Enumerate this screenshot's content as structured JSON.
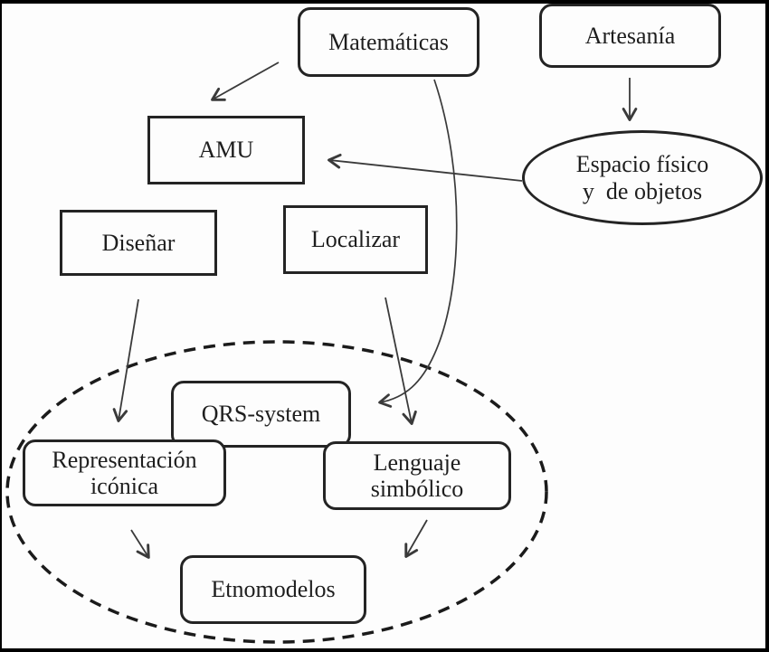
{
  "nodes": {
    "matematicas": {
      "label": "Matemáticas"
    },
    "artesania": {
      "label": "Artesanía"
    },
    "amu": {
      "label": "AMU"
    },
    "espacio_fisico": {
      "line1": "Espacio físico",
      "line2": "y  de objetos"
    },
    "disenar": {
      "label": "Diseñar"
    },
    "localizar": {
      "label": "Localizar"
    },
    "qrs_system": {
      "label": "QRS-system"
    },
    "representacion_iconica": {
      "line1": "Representación",
      "line2": "icónica"
    },
    "lenguaje_simbolico": {
      "line1": "Lenguaje",
      "line2": "simbólico"
    },
    "etnomodelos": {
      "label": "Etnomodelos"
    }
  },
  "edges": [
    {
      "from": "Matemáticas",
      "to": "AMU",
      "style": "straight"
    },
    {
      "from": "Artesanía",
      "to": "Espacio físico y de objetos",
      "style": "straight"
    },
    {
      "from": "Espacio físico y de objetos",
      "to": "AMU",
      "style": "straight"
    },
    {
      "from": "Matemáticas",
      "to": "QRS-system",
      "style": "curved"
    },
    {
      "from": "Diseñar",
      "to": "Representación icónica",
      "style": "straight"
    },
    {
      "from": "Localizar",
      "to": "Lenguaje simbólico",
      "style": "straight"
    },
    {
      "from": "Representación icónica",
      "to": "Etnomodelos",
      "style": "straight"
    },
    {
      "from": "Lenguaje simbólico",
      "to": "Etnomodelos",
      "style": "straight"
    }
  ],
  "colors": {
    "ink": "#1e1e1e",
    "line": "#3a3a3a",
    "background": "#fdfdfd",
    "frame": "#000000"
  }
}
